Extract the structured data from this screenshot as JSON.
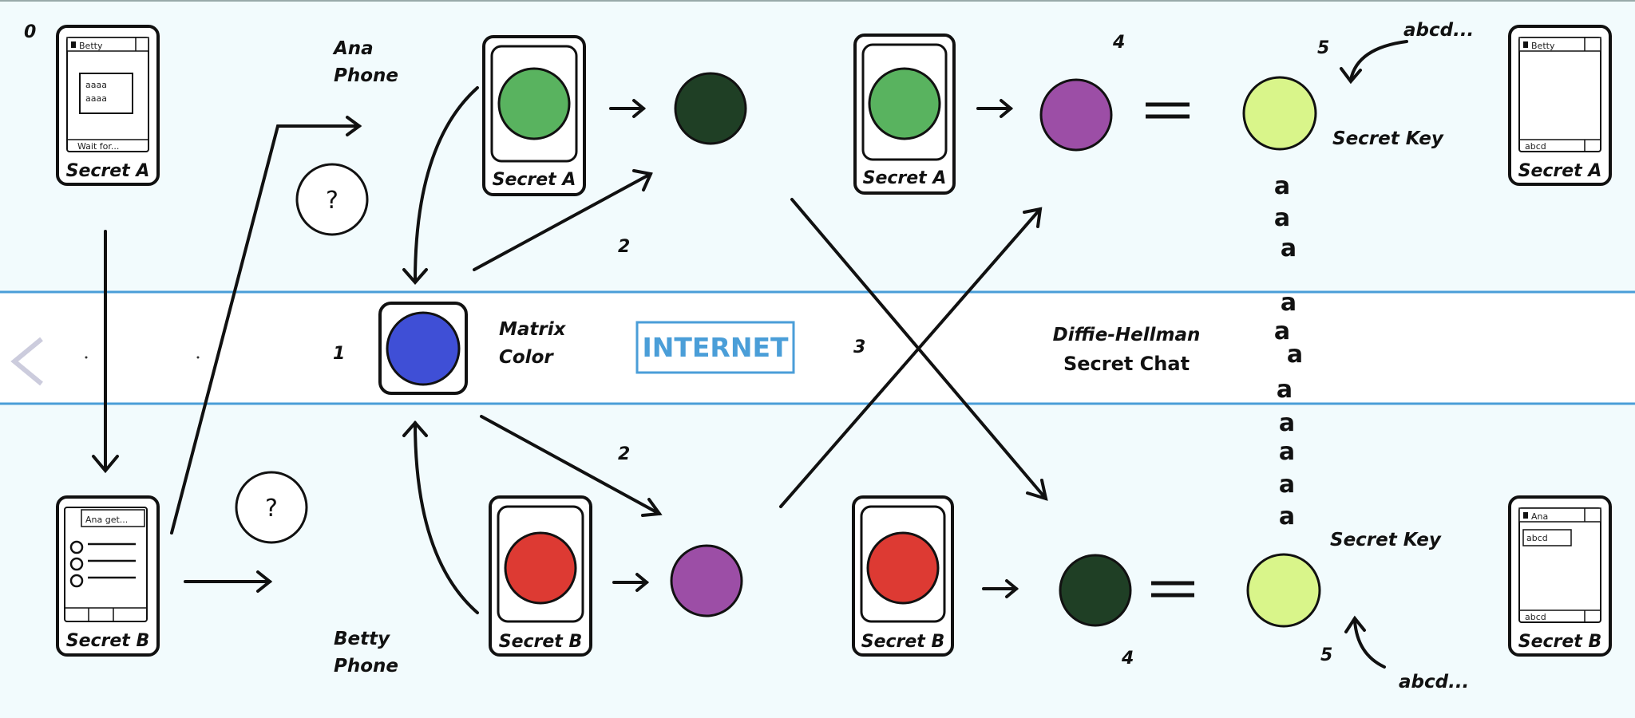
{
  "phones": {
    "ana_top": {
      "title": "Betty",
      "message": "aaaa",
      "message2": "aaaa",
      "status": "Wait for...",
      "caption": "Secret A"
    },
    "betty_bot": {
      "title": "Ana get...",
      "caption": "Secret B"
    },
    "ana_chat": {
      "title": "Betty",
      "input": "abcd",
      "caption": "Secret A"
    },
    "betty_chat": {
      "title": "Ana",
      "message": "abcd",
      "input": "abcd",
      "caption": "Secret B"
    }
  },
  "labels": {
    "step0": "0",
    "ana_phone_line1": "Ana",
    "ana_phone_line2": "Phone",
    "betty_phone_line1": "Betty",
    "betty_phone_line2": "Phone",
    "question": "?",
    "step1": "1",
    "matrix_line1": "Matrix",
    "matrix_line2": "Color",
    "internet": "INTERNET",
    "step2": "2",
    "step3": "3",
    "step4": "4",
    "step5": "5",
    "secret_a": "Secret A",
    "secret_b": "Secret B",
    "dh_line1": "Diffie-Hellman",
    "dh_line2": "Secret Chat",
    "secret_key": "Secret Key",
    "abcd": "abcd...",
    "equals": "=",
    "arrow": "→",
    "a": "a"
  },
  "colors": {
    "secret_a": "#59b35f",
    "secret_b": "#dd3a33",
    "matrix": "#3f4fd6",
    "mix_a": "#1f3f25",
    "mix_b": "#9c4ea6",
    "key": "#d9f58a",
    "internet": "#4a9ed8"
  }
}
